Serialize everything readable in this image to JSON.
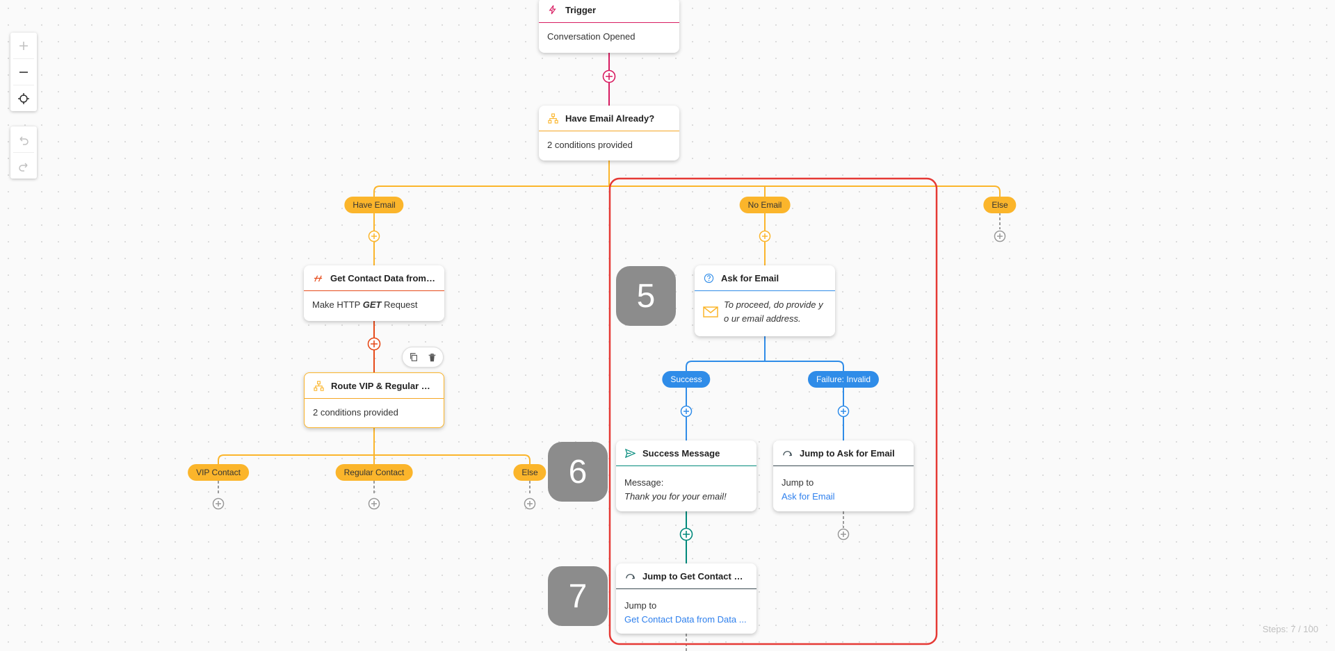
{
  "toolbar": {
    "zoom_in": "zoom-in",
    "zoom_out": "zoom-out",
    "recenter": "recenter",
    "undo": "undo",
    "redo": "redo"
  },
  "nodes": {
    "trigger": {
      "title": "Trigger",
      "body": "Conversation Opened",
      "icon": "bolt-icon"
    },
    "have_email_already": {
      "title": "Have Email Already?",
      "body": "2 conditions provided",
      "icon": "branch-icon"
    },
    "get_contact": {
      "title": "Get Contact Data from D...",
      "body_prefix": "Make HTTP",
      "body_method": "GET",
      "body_suffix": "Request",
      "icon": "http-icon"
    },
    "route_vip": {
      "title": "Route VIP & Regular Co...",
      "body": "2 conditions provided",
      "icon": "branch-icon"
    },
    "ask_for_email": {
      "title": "Ask for Email",
      "body": "To proceed, do provide yo ur email address.",
      "icon": "question-icon"
    },
    "success_message": {
      "title": "Success Message",
      "label": "Message:",
      "body": "Thank you for your email!",
      "icon": "send-icon"
    },
    "jump_ask_email": {
      "title": "Jump to Ask for Email",
      "label": "Jump to",
      "link": "Ask for Email",
      "icon": "jump-icon"
    },
    "jump_get_contact": {
      "title": "Jump to Get Contact Data",
      "label": "Jump to",
      "link": "Get Contact Data from Data ...",
      "icon": "jump-icon"
    }
  },
  "branches": {
    "have_email": "Have Email",
    "no_email": "No Email",
    "else_top": "Else",
    "vip_contact": "VIP Contact",
    "regular_contact": "Regular Contact",
    "else_route": "Else",
    "success": "Success",
    "failure_invalid": "Failure: Invalid"
  },
  "step_markers": {
    "m5": "5",
    "m6": "6",
    "m7": "7"
  },
  "steps": "Steps: 7 / 100",
  "colors": {
    "trigger": "#d81b60",
    "condition": "#fbb52b",
    "http": "#e64a19",
    "question": "#2f8ce8",
    "message": "#00897b",
    "jump": "#37474f",
    "highlight": "#e53935"
  }
}
